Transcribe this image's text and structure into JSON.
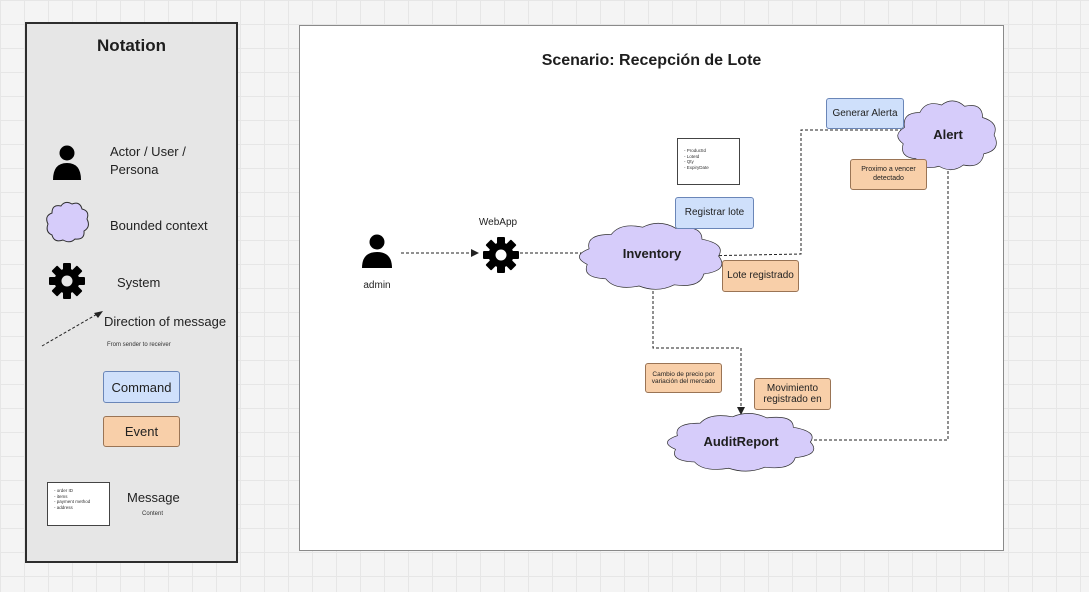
{
  "legend": {
    "title": "Notation",
    "actor_label": "Actor / User /\nPersona",
    "context_label": "Bounded context",
    "system_label": "System",
    "direction_label": "Direction of message",
    "direction_sub": "From sender to receiver",
    "command_label": "Command",
    "event_label": "Event",
    "message_label": "Message",
    "message_sub": "Content",
    "message_lines": [
      "- order ID",
      "- items",
      "- payment method",
      "- address"
    ]
  },
  "scenario": {
    "title": "Scenario: Recepción de Lote",
    "actor_label": "admin",
    "system_label": "WebApp",
    "contexts": {
      "inventory": "Inventory",
      "alert": "Alert",
      "audit": "AuditReport"
    },
    "commands": {
      "registrar": "Registrar lote",
      "generar": "Generar Alerta"
    },
    "events": {
      "lote_registrado": "Lote registrado",
      "proximo": "Proximo a vencer detectado",
      "cambio": "Cambio de precio por variación del mercado",
      "movimiento": "Movimiento registrado en"
    },
    "message_lines": [
      "- ProductId",
      "- LoteId",
      "- Qty",
      "- ExpiryDate"
    ]
  },
  "colors": {
    "context_fill": "#d6ccfa",
    "context_stroke": "#2f2f2f",
    "command_fill": "#cfe0fb",
    "event_fill": "#f8cfa9"
  }
}
